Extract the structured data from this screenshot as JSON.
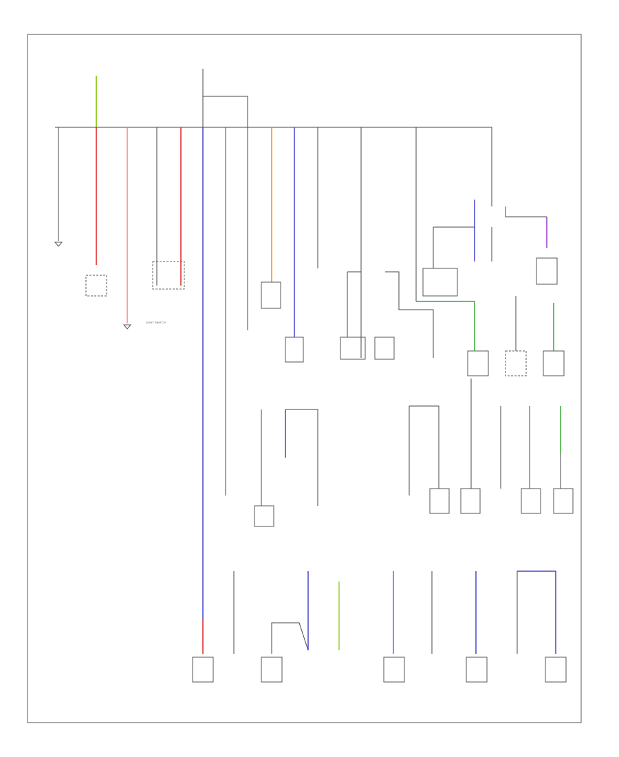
{
  "diagram": {
    "top_sources": [
      {
        "id": "src-left",
        "label": [
          "",
          "",
          "",
          ""
        ]
      },
      {
        "id": "src-center",
        "label": [
          "",
          "",
          "",
          ""
        ]
      }
    ],
    "legend": [
      "",
      "",
      "",
      ""
    ],
    "wire_colors": {
      "default": "#444444",
      "yellow_green": "#9acd32",
      "red": "#dd2222",
      "pink": "#ff8080",
      "blue": "#4444cc",
      "orange": "#ff8800",
      "purple": "#9933cc",
      "green": "#33aa33",
      "light_blue": "#6666ee"
    },
    "component_labels": {
      "light_switch": "LIGHT SWITCH"
    },
    "footer_code": ""
  }
}
